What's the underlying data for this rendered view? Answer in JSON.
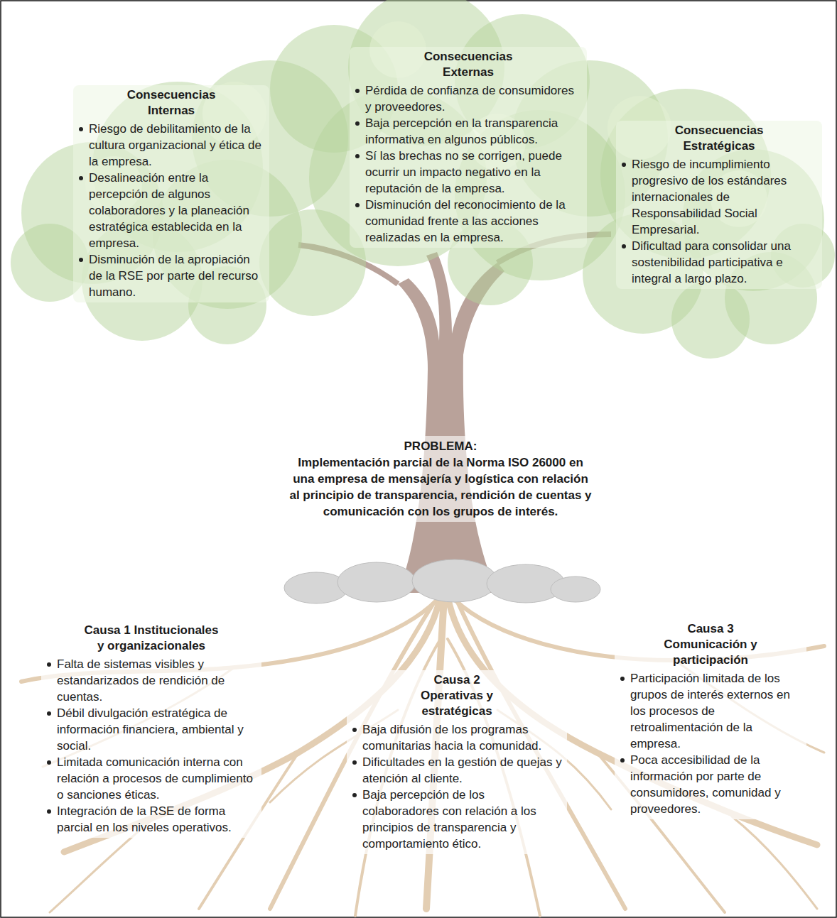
{
  "diagram": {
    "nodes": [
      {
        "text": [
          "Consecuencias Internas",
          "Riesgo de debilitamiento de la cultura organizacional y ética de la empresa.",
          "Desalineación entre la percepción de algunos colaboradores y la planeación estratégica establecida en la empresa.",
          "Disminución de la apropiación de la RSE por parte del recurso humano."
        ]
      },
      {
        "text": [
          "Consecuencias Externas",
          "Pérdida de confianza de consumidores y proveedores.",
          "Baja percepción en la transparencia informativa en algunos públicos.",
          "Sí las brechas no se corrigen, puede ocurrir un impacto negativo en la reputación de la empresa.",
          "Disminución del reconocimiento de la comunidad frente a las acciones realizadas en la empresa."
        ]
      },
      {
        "text": [
          "Consecuencias Estratégicas",
          "Riesgo de incumplimiento progresivo de los estándares internacionales de Responsabilidad Social Empresarial.",
          "Dificultad para consolidar una sostenibilidad participativa e integral a largo plazo."
        ]
      },
      {
        "text": [
          "PROBLEMA:",
          "Implementación parcial de la Norma ISO 26000 en una empresa de mensajería y logística con relación al principio de transparencia, rendición de cuentas y comunicación con los grupos de interés."
        ]
      },
      {
        "text": [
          "Causa 1 Institucionales y organizacionales",
          "Falta de sistemas visibles y estandarizados de rendición de cuentas.",
          "Débil divulgación estratégica de información financiera, ambiental y social.",
          "Limitada comunicación interna con relación a procesos de cumplimiento o sanciones éticas.",
          "Integración de la RSE de forma parcial en los niveles operativos."
        ]
      },
      {
        "text": [
          "Causa 2 Operativas y estratégicas",
          "Baja difusión de los programas comunitarias hacia la comunidad.",
          "Dificultades en la gestión de quejas y atención al cliente.",
          "Baja percepción de los colaboradores con relación a los principios de transparencia y comportamiento ético."
        ]
      },
      {
        "text": [
          "Causa 3 Comunicación y participación",
          "Participación limitada de los grupos de interés externos en los procesos de retroalimentación de la empresa.",
          "Poca accesibilidad de la información por parte de consumidores, comunidad y proveedores."
        ]
      }
    ]
  }
}
